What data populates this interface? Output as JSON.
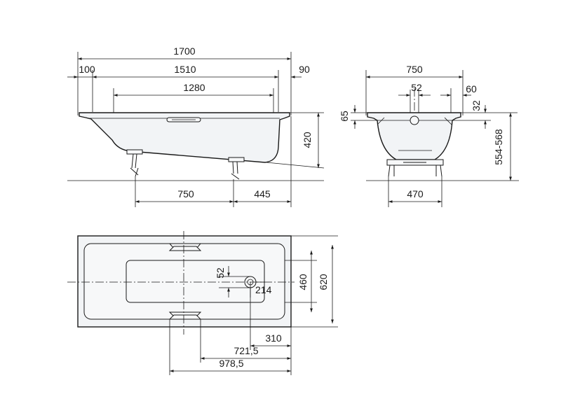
{
  "side_view": {
    "length_overall": "1700",
    "rim_left": "100",
    "inner_length": "1510",
    "rim_right": "90",
    "bottom_length": "1280",
    "depth": "420",
    "feet_spacing": "750",
    "feet_offset": "445"
  },
  "end_view": {
    "width_overall": "750",
    "drain_dia": "52",
    "rim_width": "60",
    "rim_drop": "32",
    "rim_height": "65",
    "total_height": "554-568",
    "feet_width": "470"
  },
  "plan_view": {
    "inner_width": "460",
    "outer_width": "620",
    "drain_dia": "52",
    "drain_offset": "214",
    "dim_310": "310",
    "dim_721": "721,5",
    "dim_978": "978,5"
  }
}
